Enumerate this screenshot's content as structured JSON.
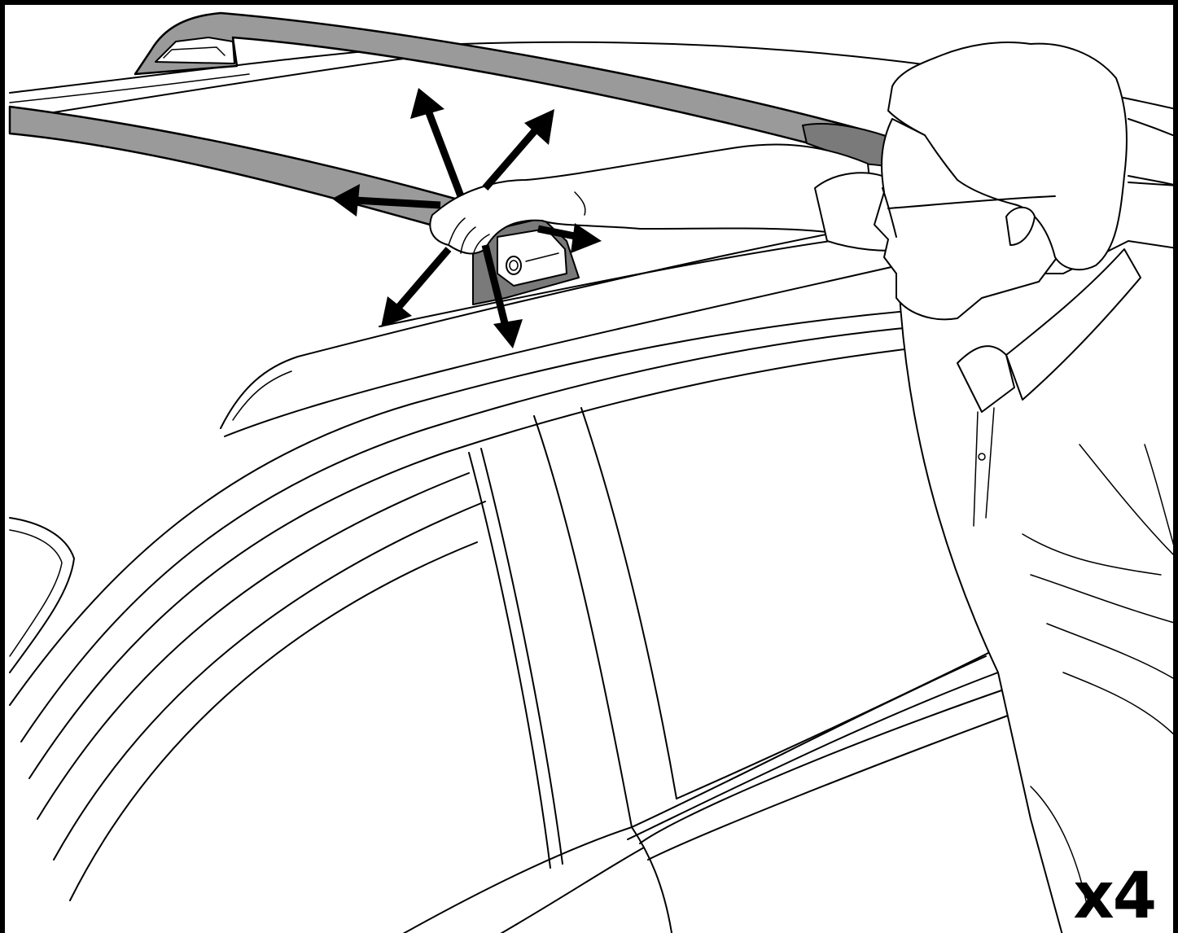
{
  "figure": {
    "quantity_label": "x4",
    "colors": {
      "line": "#000000",
      "bar_fill": "#9a9a9a",
      "foot_fill": "#7a7a7a",
      "background": "#ffffff"
    },
    "arrows": {
      "directions": [
        "up",
        "up-right",
        "right",
        "down",
        "down-left",
        "left"
      ]
    }
  }
}
